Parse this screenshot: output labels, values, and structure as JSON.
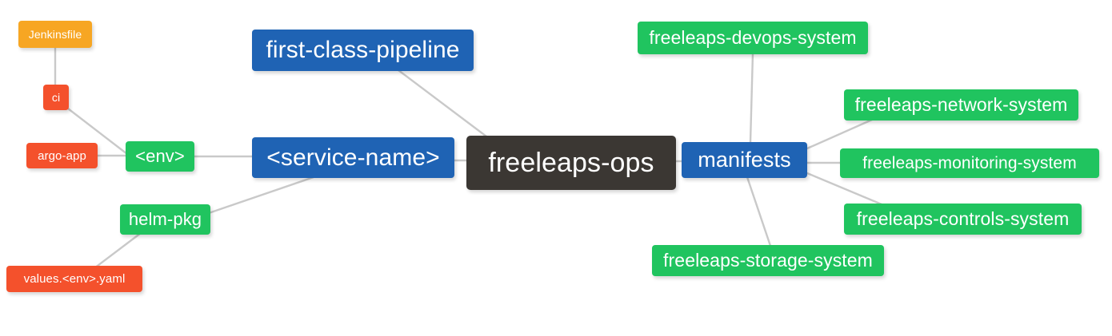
{
  "diagram": {
    "type": "mindmap",
    "title": "freeleaps-ops",
    "background": "#ffffff",
    "edge_color": "#c9c9c9",
    "palette": {
      "root": "#3b3733",
      "blue": "#1f63b4",
      "green": "#20c45f",
      "orange": "#f7a623",
      "red": "#f4512c",
      "text": "#ffffff"
    }
  },
  "nodes": {
    "root": {
      "label": "freeleaps-ops",
      "color": "#3b3733"
    },
    "service_name": {
      "label": "<service-name>",
      "color": "#1f63b4"
    },
    "first_class_pipeline": {
      "label": "first-class-pipeline",
      "color": "#1f63b4"
    },
    "env": {
      "label": "<env>",
      "color": "#20c45f"
    },
    "ci": {
      "label": "ci",
      "color": "#f4512c"
    },
    "jenkinsfile": {
      "label": "Jenkinsfile",
      "color": "#f7a623"
    },
    "argo_app": {
      "label": "argo-app",
      "color": "#f4512c"
    },
    "helm_pkg": {
      "label": "helm-pkg",
      "color": "#20c45f"
    },
    "values_yaml": {
      "label": "values.<env>.yaml",
      "color": "#f4512c"
    },
    "manifests": {
      "label": "manifests",
      "color": "#1f63b4"
    },
    "devops_system": {
      "label": "freeleaps-devops-system",
      "color": "#20c45f"
    },
    "network_system": {
      "label": "freeleaps-network-system",
      "color": "#20c45f"
    },
    "monitoring_system": {
      "label": "freeleaps-monitoring-system",
      "color": "#20c45f"
    },
    "controls_system": {
      "label": "freeleaps-controls-system",
      "color": "#20c45f"
    },
    "storage_system": {
      "label": "freeleaps-storage-system",
      "color": "#20c45f"
    }
  },
  "edges": [
    {
      "from": "root",
      "to": "service_name"
    },
    {
      "from": "service_name",
      "to": "first_class_pipeline"
    },
    {
      "from": "service_name",
      "to": "env"
    },
    {
      "from": "service_name",
      "to": "helm_pkg"
    },
    {
      "from": "env",
      "to": "ci"
    },
    {
      "from": "env",
      "to": "argo_app"
    },
    {
      "from": "ci",
      "to": "jenkinsfile"
    },
    {
      "from": "helm_pkg",
      "to": "values_yaml"
    },
    {
      "from": "root",
      "to": "manifests"
    },
    {
      "from": "manifests",
      "to": "devops_system"
    },
    {
      "from": "manifests",
      "to": "network_system"
    },
    {
      "from": "manifests",
      "to": "monitoring_system"
    },
    {
      "from": "manifests",
      "to": "controls_system"
    },
    {
      "from": "manifests",
      "to": "storage_system"
    }
  ]
}
